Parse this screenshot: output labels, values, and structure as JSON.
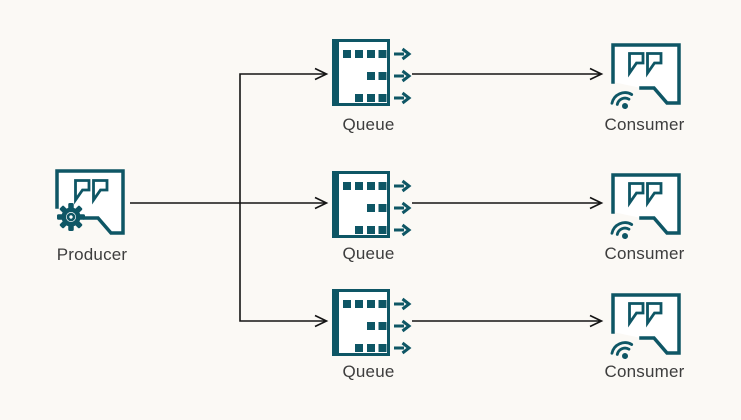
{
  "title": "Producer to queues to consumers messaging diagram",
  "colors": {
    "accent_teal": "#0e5665",
    "background": "#fbf9f5",
    "connector_line": "#141414",
    "label_text": "#3d3d3d",
    "icon_fill": "#ffffff"
  },
  "nodes": {
    "producer": {
      "label": "Producer",
      "icon": "speech-bubble-gear-icon"
    },
    "queues": [
      {
        "label": "Queue",
        "icon": "queue-icon"
      },
      {
        "label": "Queue",
        "icon": "queue-icon"
      },
      {
        "label": "Queue",
        "icon": "queue-icon"
      }
    ],
    "consumers": [
      {
        "label": "Consumer",
        "icon": "speech-bubble-wifi-icon"
      },
      {
        "label": "Consumer",
        "icon": "speech-bubble-wifi-icon"
      },
      {
        "label": "Consumer",
        "icon": "speech-bubble-wifi-icon"
      }
    ]
  },
  "connectors": {
    "producer_to_queues": "fan-out from producer to three queues",
    "queues_to_consumers": "one arrow from each queue to its consumer"
  }
}
